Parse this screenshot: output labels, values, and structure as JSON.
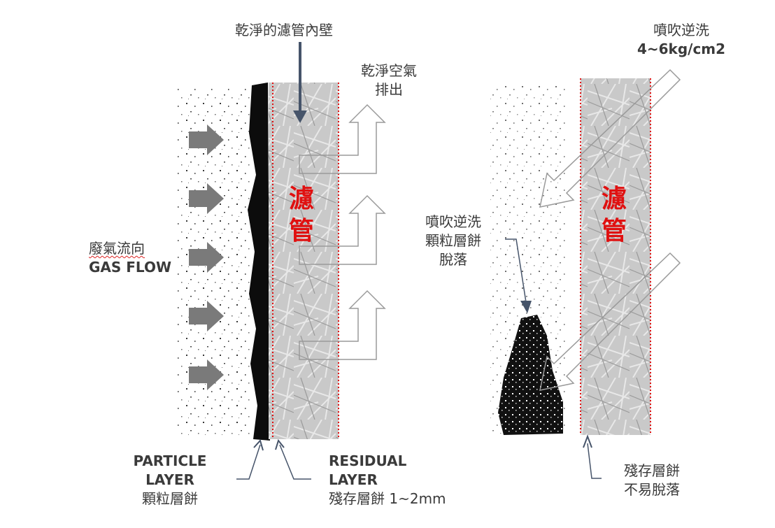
{
  "labels": {
    "clean_wall": "乾淨的濾管內壁",
    "clean_air_1": "乾淨空氣",
    "clean_air_2": "排出",
    "filter_left_1": "濾",
    "filter_left_2": "管",
    "filter_right_1": "濾",
    "filter_right_2": "管",
    "gas_flow_cn": "廢氣流向",
    "gas_flow_en": "GAS FLOW",
    "particle_1": "PARTICLE",
    "particle_2": "LAYER",
    "particle_3": "顆粒層餅",
    "residual_1": "RESIDUAL",
    "residual_2": "LAYER",
    "residual_3": "殘存層餅 1~2mm",
    "backwash_1": "噴吹逆洗",
    "backwash_2": "4~6kg/cm2",
    "falloff_1": "噴吹逆洗",
    "falloff_2": "顆粒層餅",
    "falloff_3": "脫落",
    "residual_right_1": "殘存層餅",
    "residual_right_2": "不易脫落"
  },
  "colors": {
    "filter_label": "#e01010",
    "dotted_line": "#e01010",
    "arrow_dark": "#46546a",
    "flow_arrow": "#7a7a7a",
    "filter_fill": "#c8c8c8"
  }
}
